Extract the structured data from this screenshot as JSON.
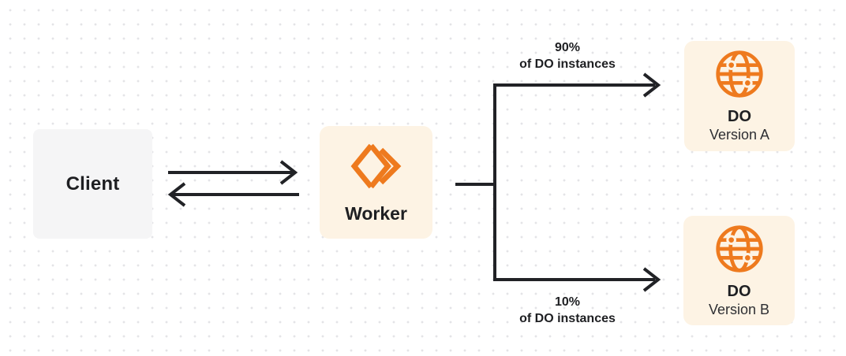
{
  "nodes": {
    "client": {
      "label": "Client"
    },
    "worker": {
      "label": "Worker",
      "icon": "cloudflare-workers-icon"
    },
    "do_a": {
      "title": "DO",
      "subtitle": "Version A",
      "icon": "durable-object-globe-icon"
    },
    "do_b": {
      "title": "DO",
      "subtitle": "Version B",
      "icon": "durable-object-globe-icon"
    }
  },
  "edges": {
    "client_worker": {
      "style": "bidirectional-arrows"
    },
    "worker_split": {
      "style": "fork-two-branches"
    },
    "split_top": {
      "percent": "90%",
      "caption": "of DO instances"
    },
    "split_bottom": {
      "percent": "10%",
      "caption": "of DO instances"
    }
  },
  "colors": {
    "accent_orange": "#EE7A1E",
    "panel_cream": "#FDF3E4",
    "panel_gray": "#F5F5F6",
    "line_dark": "#212226",
    "text_dark": "#1E1F22",
    "dot_grid": "#E4E4E7",
    "background": "#FFFFFF"
  }
}
